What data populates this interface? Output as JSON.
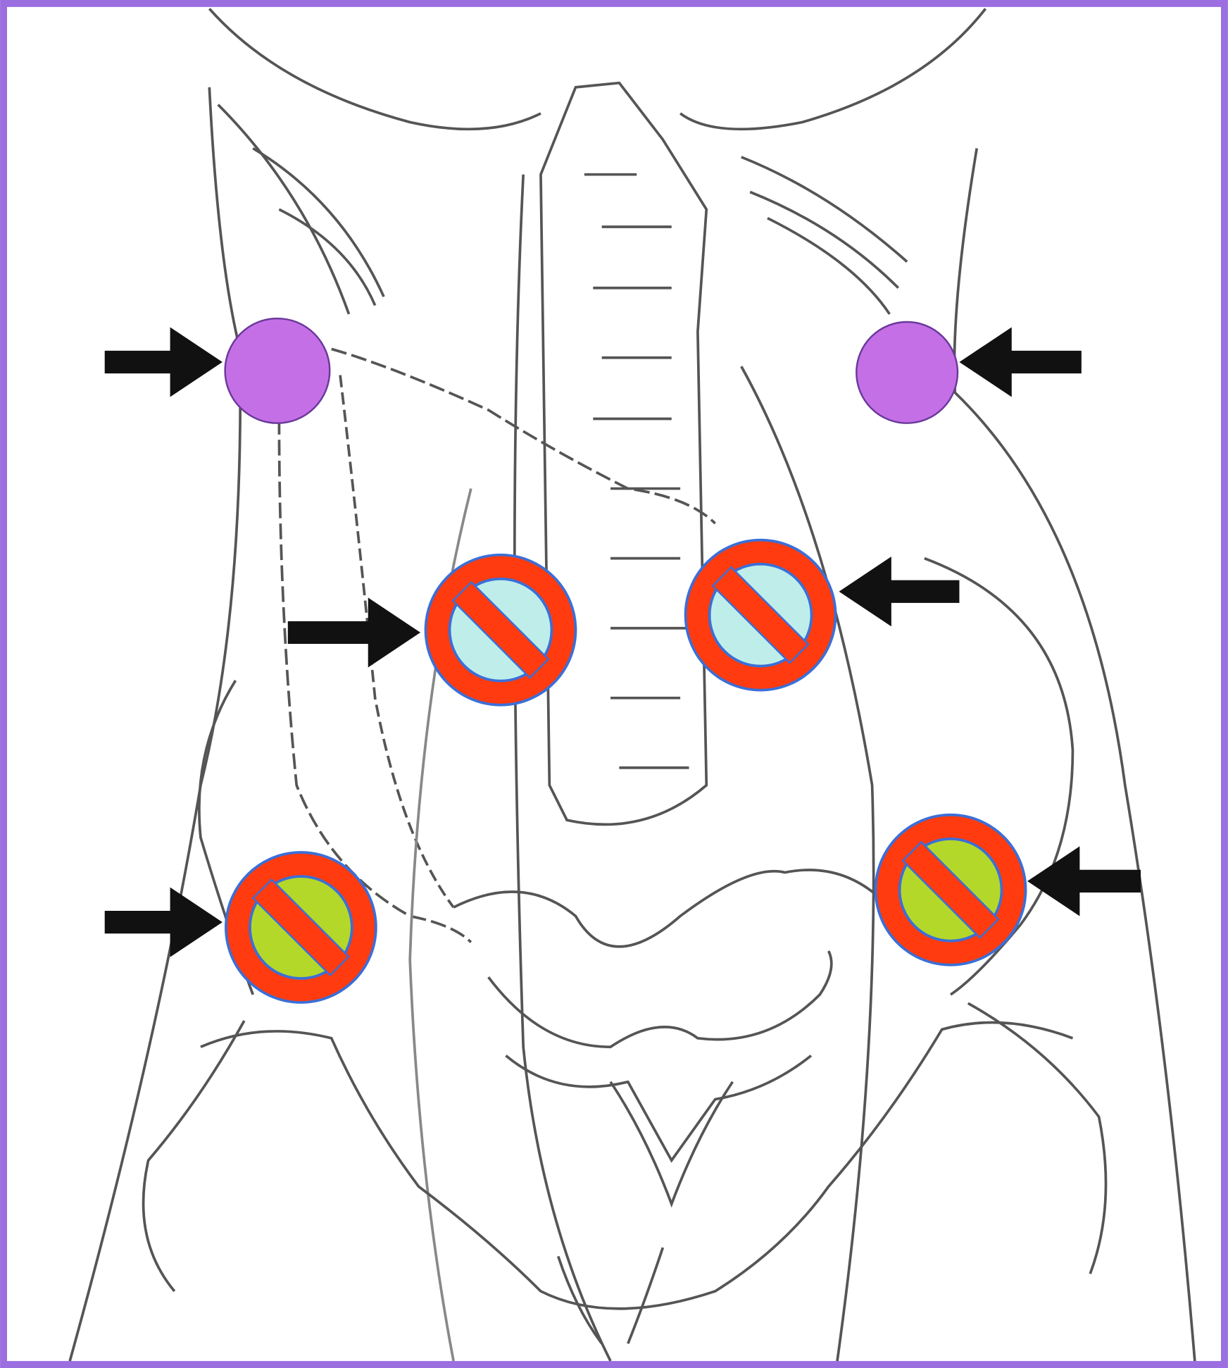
{
  "colors": {
    "frame": "#9b6fe0",
    "allowed_marker": "#c56fe6",
    "prohibit_ring": "#ff3b0f",
    "prohibit_outline": "#3a6fd8",
    "upper_interior": "#bfeeea",
    "lower_interior": "#b4d82a",
    "arrow": "#111111",
    "anatomy_line": "#555555"
  },
  "markers": [
    {
      "kind": "allowed",
      "side": "left",
      "level": "upper"
    },
    {
      "kind": "allowed",
      "side": "right",
      "level": "upper"
    },
    {
      "kind": "prohibited",
      "side": "left",
      "level": "middle",
      "interior": "upper_interior"
    },
    {
      "kind": "prohibited",
      "side": "right",
      "level": "middle",
      "interior": "upper_interior"
    },
    {
      "kind": "prohibited",
      "side": "left",
      "level": "lower",
      "interior": "lower_interior"
    },
    {
      "kind": "prohibited",
      "side": "right",
      "level": "lower",
      "interior": "lower_interior"
    }
  ]
}
